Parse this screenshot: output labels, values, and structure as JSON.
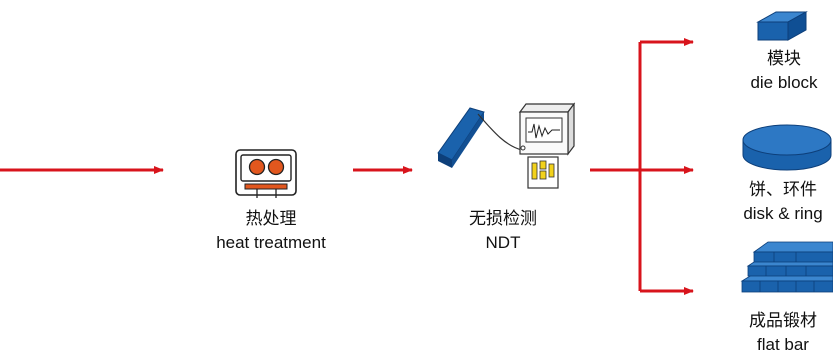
{
  "steps": {
    "heat_treatment": {
      "cn": "热处理",
      "en": "heat treatment"
    },
    "ndt": {
      "cn": "无损检测",
      "en": "NDT"
    }
  },
  "products": [
    {
      "cn": "模块",
      "en": "die block",
      "icon": "die-block-icon"
    },
    {
      "cn": "饼、环件",
      "en": "disk & ring",
      "icon": "disk-ring-icon"
    },
    {
      "cn": "成品锻材",
      "en": "flat bar",
      "icon": "flat-bar-icon"
    }
  ],
  "colors": {
    "arrow": "#d8141c",
    "blue": "#1a62ac",
    "dark_blue": "#0d3f7a",
    "orange": "#e2571e"
  }
}
